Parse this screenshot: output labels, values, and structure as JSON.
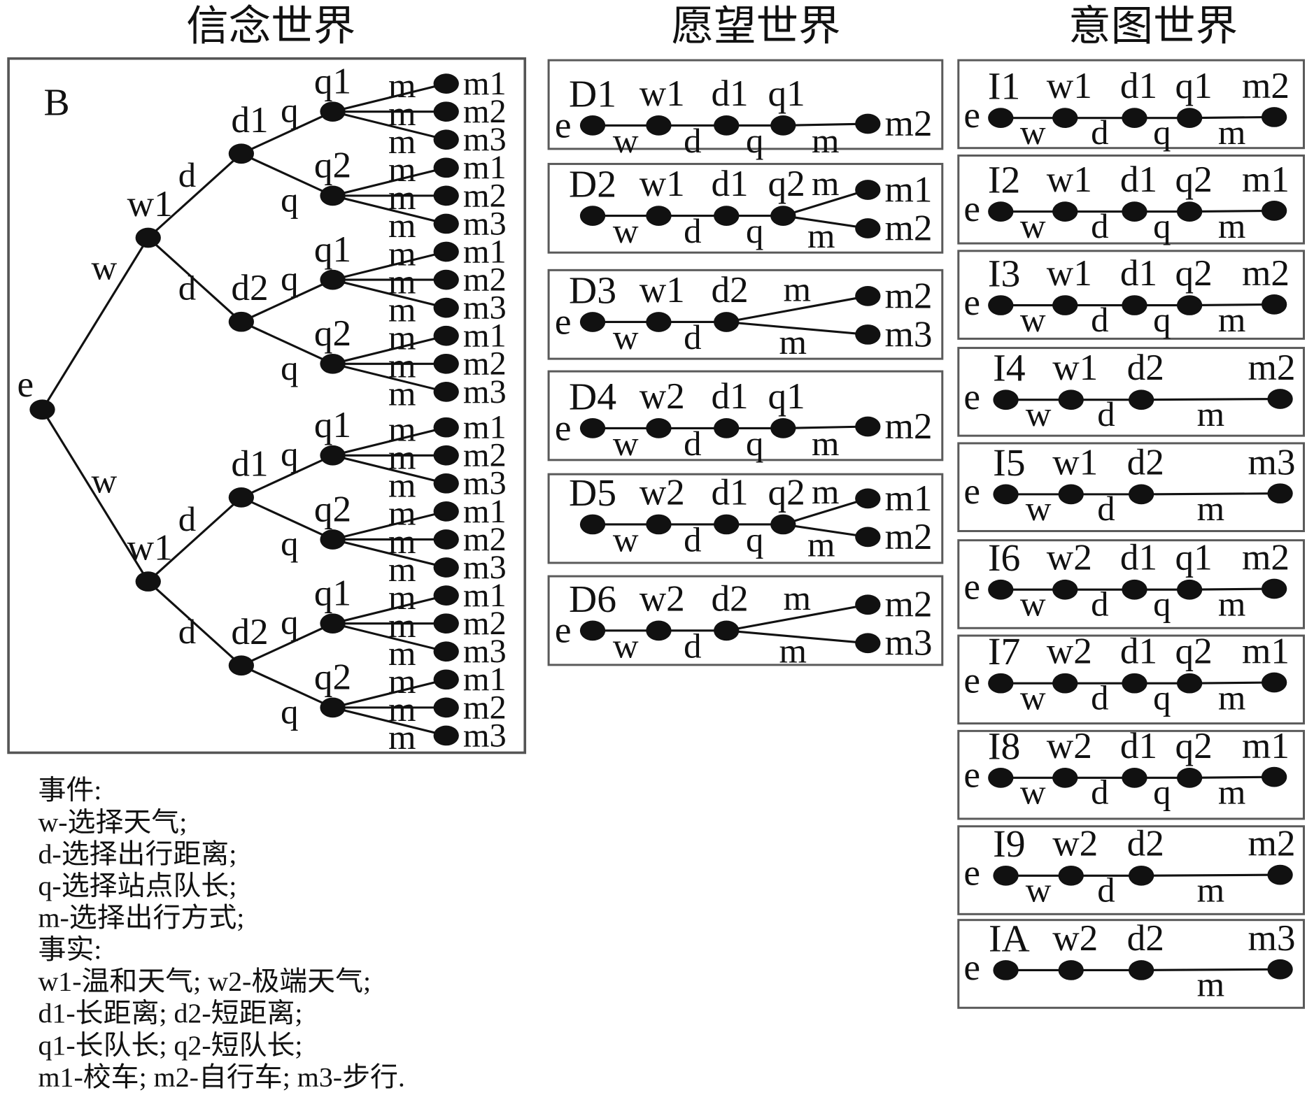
{
  "titles": {
    "belief": "信念世界",
    "desire": "愿望世界",
    "intention": "意图世界"
  },
  "belief": {
    "label": "B",
    "tree": {
      "label": "e",
      "children": [
        {
          "edge": "w",
          "label": "w1",
          "children": [
            {
              "edge": "d",
              "label": "d1",
              "children": [
                {
                  "edge": "q",
                  "label": "q1",
                  "children": [
                    {
                      "edge": "m",
                      "label": "m1"
                    },
                    {
                      "edge": "m",
                      "label": "m2"
                    },
                    {
                      "edge": "m",
                      "label": "m3"
                    }
                  ]
                },
                {
                  "edge": "q",
                  "label": "q2",
                  "children": [
                    {
                      "edge": "m",
                      "label": "m1"
                    },
                    {
                      "edge": "m",
                      "label": "m2"
                    },
                    {
                      "edge": "m",
                      "label": "m3"
                    }
                  ]
                }
              ]
            },
            {
              "edge": "d",
              "label": "d2",
              "children": [
                {
                  "edge": "q",
                  "label": "q1",
                  "children": [
                    {
                      "edge": "m",
                      "label": "m1"
                    },
                    {
                      "edge": "m",
                      "label": "m2"
                    },
                    {
                      "edge": "m",
                      "label": "m3"
                    }
                  ]
                },
                {
                  "edge": "q",
                  "label": "q2",
                  "children": [
                    {
                      "edge": "m",
                      "label": "m1"
                    },
                    {
                      "edge": "m",
                      "label": "m2"
                    },
                    {
                      "edge": "m",
                      "label": "m3"
                    }
                  ]
                }
              ]
            }
          ]
        },
        {
          "edge": "w",
          "label": "w1",
          "children": [
            {
              "edge": "d",
              "label": "d1",
              "children": [
                {
                  "edge": "q",
                  "label": "q1",
                  "children": [
                    {
                      "edge": "m",
                      "label": "m1"
                    },
                    {
                      "edge": "m",
                      "label": "m2"
                    },
                    {
                      "edge": "m",
                      "label": "m3"
                    }
                  ]
                },
                {
                  "edge": "q",
                  "label": "q2",
                  "children": [
                    {
                      "edge": "m",
                      "label": "m1"
                    },
                    {
                      "edge": "m",
                      "label": "m2"
                    },
                    {
                      "edge": "m",
                      "label": "m3"
                    }
                  ]
                }
              ]
            },
            {
              "edge": "d",
              "label": "d2",
              "children": [
                {
                  "edge": "q",
                  "label": "q1",
                  "children": [
                    {
                      "edge": "m",
                      "label": "m1"
                    },
                    {
                      "edge": "m",
                      "label": "m2"
                    },
                    {
                      "edge": "m",
                      "label": "m3"
                    }
                  ]
                },
                {
                  "edge": "q",
                  "label": "q2",
                  "children": [
                    {
                      "edge": "m",
                      "label": "m1"
                    },
                    {
                      "edge": "m",
                      "label": "m2"
                    },
                    {
                      "edge": "m",
                      "label": "m3"
                    }
                  ]
                }
              ]
            }
          ]
        }
      ]
    }
  },
  "desire_worlds": [
    {
      "name": "D1",
      "root": "e",
      "path": [
        {
          "edge": "w",
          "label": "w1"
        },
        {
          "edge": "d",
          "label": "d1"
        },
        {
          "edge": "q",
          "label": "q1"
        }
      ],
      "leaves": [
        {
          "edge": "m",
          "label": "m2"
        }
      ]
    },
    {
      "name": "D2",
      "path": [
        {
          "edge": "w",
          "label": "w1"
        },
        {
          "edge": "d",
          "label": "d1"
        },
        {
          "edge": "q",
          "label": "q2"
        }
      ],
      "leaves": [
        {
          "edge": "m",
          "label": "m1"
        },
        {
          "edge": "m",
          "label": "m2"
        }
      ]
    },
    {
      "name": "D3",
      "root": "e",
      "path": [
        {
          "edge": "w",
          "label": "w1"
        },
        {
          "edge": "d",
          "label": "d2"
        }
      ],
      "leaves": [
        {
          "edge": "m",
          "label": "m2"
        },
        {
          "edge": "m",
          "label": "m3"
        }
      ]
    },
    {
      "name": "D4",
      "root": "e",
      "path": [
        {
          "edge": "w",
          "label": "w2"
        },
        {
          "edge": "d",
          "label": "d1"
        },
        {
          "edge": "q",
          "label": "q1"
        }
      ],
      "leaves": [
        {
          "edge": "m",
          "label": "m2"
        }
      ]
    },
    {
      "name": "D5",
      "path": [
        {
          "edge": "w",
          "label": "w2"
        },
        {
          "edge": "d",
          "label": "d1"
        },
        {
          "edge": "q",
          "label": "q2"
        }
      ],
      "leaves": [
        {
          "edge": "m",
          "label": "m1"
        },
        {
          "edge": "m",
          "label": "m2"
        }
      ]
    },
    {
      "name": "D6",
      "root": "e",
      "path": [
        {
          "edge": "w",
          "label": "w2"
        },
        {
          "edge": "d",
          "label": "d2"
        }
      ],
      "leaves": [
        {
          "edge": "m",
          "label": "m2"
        },
        {
          "edge": "m",
          "label": "m3"
        }
      ]
    }
  ],
  "intention_worlds": [
    {
      "name": "I1",
      "root": "e",
      "path": [
        {
          "edge": "w",
          "label": "w1"
        },
        {
          "edge": "d",
          "label": "d1"
        },
        {
          "edge": "q",
          "label": "q1"
        }
      ],
      "leaf": {
        "edge": "m",
        "label": "m2"
      }
    },
    {
      "name": "I2",
      "root": "e",
      "path": [
        {
          "edge": "w",
          "label": "w1"
        },
        {
          "edge": "d",
          "label": "d1"
        },
        {
          "edge": "q",
          "label": "q2"
        }
      ],
      "leaf": {
        "edge": "m",
        "label": "m1"
      }
    },
    {
      "name": "I3",
      "root": "e",
      "path": [
        {
          "edge": "w",
          "label": "w1"
        },
        {
          "edge": "d",
          "label": "d1"
        },
        {
          "edge": "q",
          "label": "q2"
        }
      ],
      "leaf": {
        "edge": "m",
        "label": "m2"
      }
    },
    {
      "name": "I4",
      "root": "e",
      "path": [
        {
          "edge": "w",
          "label": "w1"
        },
        {
          "edge": "d",
          "label": "d2"
        }
      ],
      "leaf": {
        "edge": "m",
        "label": "m2"
      }
    },
    {
      "name": "I5",
      "root": "e",
      "path": [
        {
          "edge": "w",
          "label": "w1"
        },
        {
          "edge": "d",
          "label": "d2"
        }
      ],
      "leaf": {
        "edge": "m",
        "label": "m3"
      }
    },
    {
      "name": "I6",
      "root": "e",
      "path": [
        {
          "edge": "w",
          "label": "w2"
        },
        {
          "edge": "d",
          "label": "d1"
        },
        {
          "edge": "q",
          "label": "q1"
        }
      ],
      "leaf": {
        "edge": "m",
        "label": "m2"
      }
    },
    {
      "name": "I7",
      "root": "e",
      "path": [
        {
          "edge": "w",
          "label": "w2"
        },
        {
          "edge": "d",
          "label": "d1"
        },
        {
          "edge": "q",
          "label": "q2"
        }
      ],
      "leaf": {
        "edge": "m",
        "label": "m1"
      }
    },
    {
      "name": "I8",
      "root": "e",
      "path": [
        {
          "edge": "w",
          "label": "w2"
        },
        {
          "edge": "d",
          "label": "d1"
        },
        {
          "edge": "q",
          "label": "q2"
        }
      ],
      "leaf": {
        "edge": "m",
        "label": "m1"
      }
    },
    {
      "name": "I9",
      "root": "e",
      "path": [
        {
          "edge": "w",
          "label": "w2"
        },
        {
          "edge": "d",
          "label": "d2"
        }
      ],
      "leaf": {
        "edge": "m",
        "label": "m2"
      }
    },
    {
      "name": "IA",
      "root": "e",
      "path": [
        {
          "label": "w2"
        },
        {
          "label": "d2"
        }
      ],
      "leaf": {
        "edge": "m",
        "label": "m3"
      }
    }
  ],
  "legend": {
    "lines": [
      "事件:",
      "w-选择天气;",
      "d-选择出行距离;",
      "q-选择站点队长;",
      "m-选择出行方式;",
      "事实:",
      "w1-温和天气; w2-极端天气;",
      "d1-长距离; d2-短距离;",
      "q1-长队长; q2-短队长;",
      "m1-校车; m2-自行车; m3-步行."
    ]
  }
}
